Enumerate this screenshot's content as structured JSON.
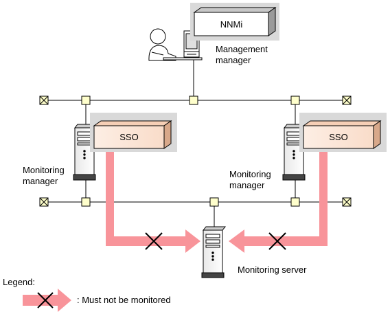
{
  "nodes": {
    "nnmi": {
      "label": "NNMi"
    },
    "sso_left": {
      "label": "SSO"
    },
    "sso_right": {
      "label": "SSO"
    }
  },
  "labels": {
    "management_manager": "Management\nmanager",
    "monitoring_manager_left": "Monitoring\nmanager",
    "monitoring_manager_right": "Monitoring\nmanager",
    "monitoring_server": "Monitoring server"
  },
  "legend": {
    "title": "Legend:",
    "item_text": ": Must not be monitored"
  },
  "colors": {
    "arrow": "#f8949a",
    "box_fill": "#fbe3d3",
    "box_shade": "#d9d9d9",
    "node_fill": "#ffffcc"
  }
}
